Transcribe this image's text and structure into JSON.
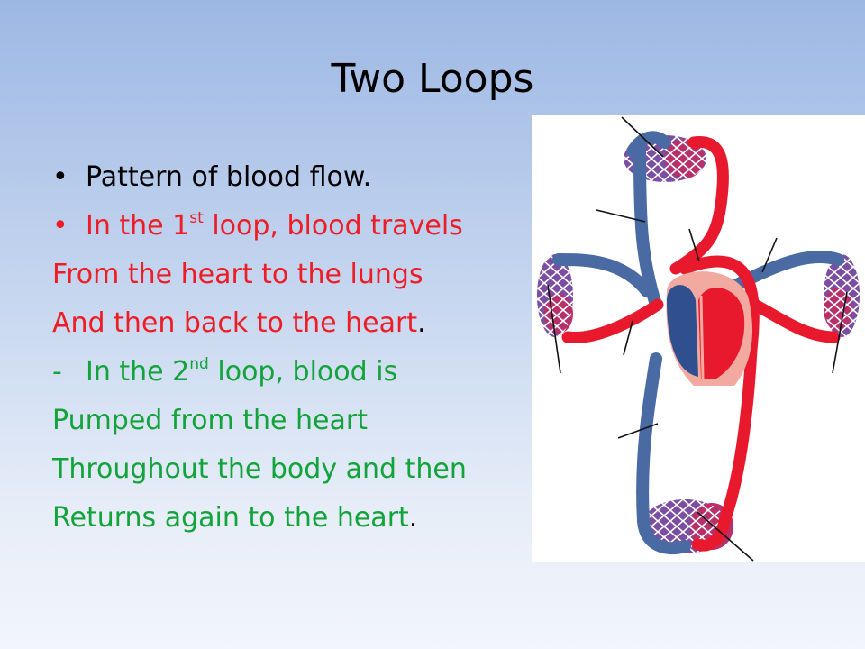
{
  "slide": {
    "title": "Two Loops"
  },
  "lines": [
    {
      "marker": "•",
      "text": "Pattern of blood flow.",
      "color": "#000000"
    },
    {
      "marker": "•",
      "text_before": "In the 1",
      "sup": "st",
      "text_after": " loop, blood travels",
      "color": "#ee1c24"
    },
    {
      "text": "From the heart to the lungs",
      "color": "#ee1c24"
    },
    {
      "text": "And then back to the heart",
      "period": ".",
      "color": "#ee1c24"
    },
    {
      "marker": "-",
      "text_before": "In the 2",
      "sup": "nd",
      "text_after": " loop, blood is",
      "color": "#13a33b"
    },
    {
      "text": "Pumped from the heart",
      "color": "#13a33b"
    },
    {
      "text": "Throughout the body and then",
      "color": "#13a33b"
    },
    {
      "text": "Returns again to the heart",
      "period": ".",
      "color": "#13a33b"
    }
  ],
  "diagram": {
    "icon": "circulatory-system-diagram",
    "colors": {
      "vein": "#4a6aa3",
      "artery": "#e8192c",
      "capillary": "#8a3a9a",
      "heart_bg": "#f2a9a0"
    }
  }
}
